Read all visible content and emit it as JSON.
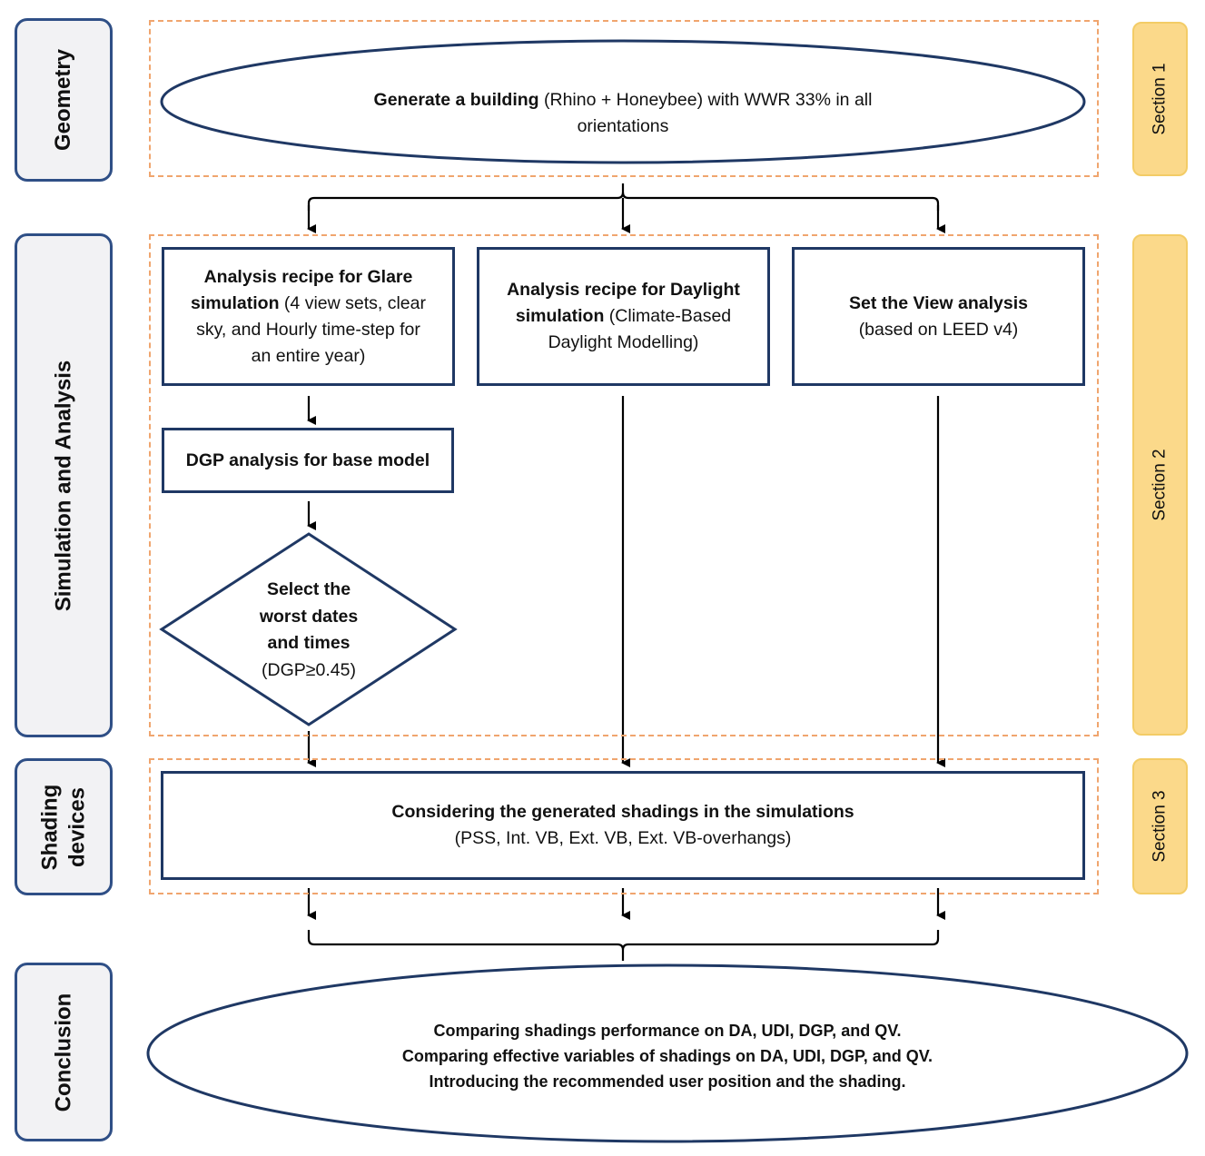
{
  "side_labels": {
    "geometry": "Geometry",
    "simulation": "Simulation and Analysis",
    "shading_line1": "Shading",
    "shading_line2": "devices",
    "conclusion": "Conclusion"
  },
  "sections": {
    "s1": "Section 1",
    "s2": "Section 2",
    "s3": "Section 3"
  },
  "generate": {
    "bold": "Generate a building",
    "rest_line1": " (Rhino + Honeybee) with WWR 33% in all",
    "line2": "orientations"
  },
  "glare": {
    "bold_line1": "Analysis recipe for Glare",
    "bold_line2": "simulation",
    "rest_line2": " (4 view sets, clear",
    "line3": "sky, and Hourly time-step for",
    "line4": "an entire year)"
  },
  "daylight": {
    "bold_line1": "Analysis recipe for Daylight",
    "bold_line2": "simulation",
    "rest_line2": " (Climate-Based",
    "line3": "Daylight Modelling)"
  },
  "view": {
    "bold_line1": "Set the View analysis",
    "line2": "(based on LEED v4)"
  },
  "dgp": {
    "label": "DGP analysis for base model"
  },
  "select": {
    "line1": "Select the",
    "line2": "worst dates",
    "line3": "and times",
    "line4": "(DGP≥0.45)"
  },
  "shading": {
    "bold_line1": "Considering the generated shadings in the simulations",
    "line2": "(PSS, Int. VB, Ext. VB, Ext. VB-overhangs)"
  },
  "conclusion": {
    "line1": "Comparing shadings performance on DA, UDI, DGP, and QV.",
    "line2": "Comparing effective variables of shadings on DA, UDI, DGP, and QV.",
    "line3": "Introducing the recommended user position and the shading."
  },
  "colors": {
    "box_border": "#1f3864",
    "side_border": "#2f4f86",
    "side_fill": "#f2f2f4",
    "section_fill": "#fbd98a",
    "dashed_border": "#f0a56e"
  }
}
